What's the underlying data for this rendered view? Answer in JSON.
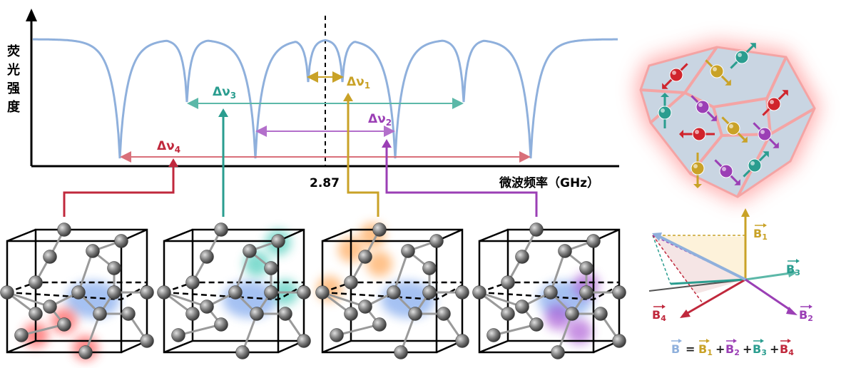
{
  "spectrum": {
    "ylabel_chars": [
      "荧",
      "光",
      "强",
      "度"
    ],
    "xlabel": "微波频率（GHz）",
    "center_tick": "2.87"
  },
  "splittings": {
    "dv1": {
      "base": "Δν",
      "sub": "1",
      "color": "#c9a227"
    },
    "dv2": {
      "base": "Δν",
      "sub": "2",
      "color": "#9b3fb5"
    },
    "dv3": {
      "base": "Δν",
      "sub": "3",
      "color": "#2a9d8f"
    },
    "dv4": {
      "base": "Δν",
      "sub": "4",
      "color": "#c0283c"
    }
  },
  "vector_labels": {
    "b1": {
      "base": "B",
      "sub": "1"
    },
    "b2": {
      "base": "B",
      "sub": "2"
    },
    "b3": {
      "base": "B",
      "sub": "3"
    },
    "b4": {
      "base": "B",
      "sub": "4"
    }
  },
  "equation": {
    "B": "B",
    "eq": "=",
    "plus": "+",
    "terms": [
      "1",
      "2",
      "3",
      "4"
    ]
  },
  "colors": {
    "spectrum_line": "#8fb0dc",
    "nv1": "#c9a227",
    "nv2": "#9b3fb5",
    "nv3": "#2a9d8f",
    "nv4": "#c0283c",
    "bfield": "#8fb0dc",
    "atom": "#7a7a7a",
    "vacancy_glow": "#5b8fe8"
  }
}
